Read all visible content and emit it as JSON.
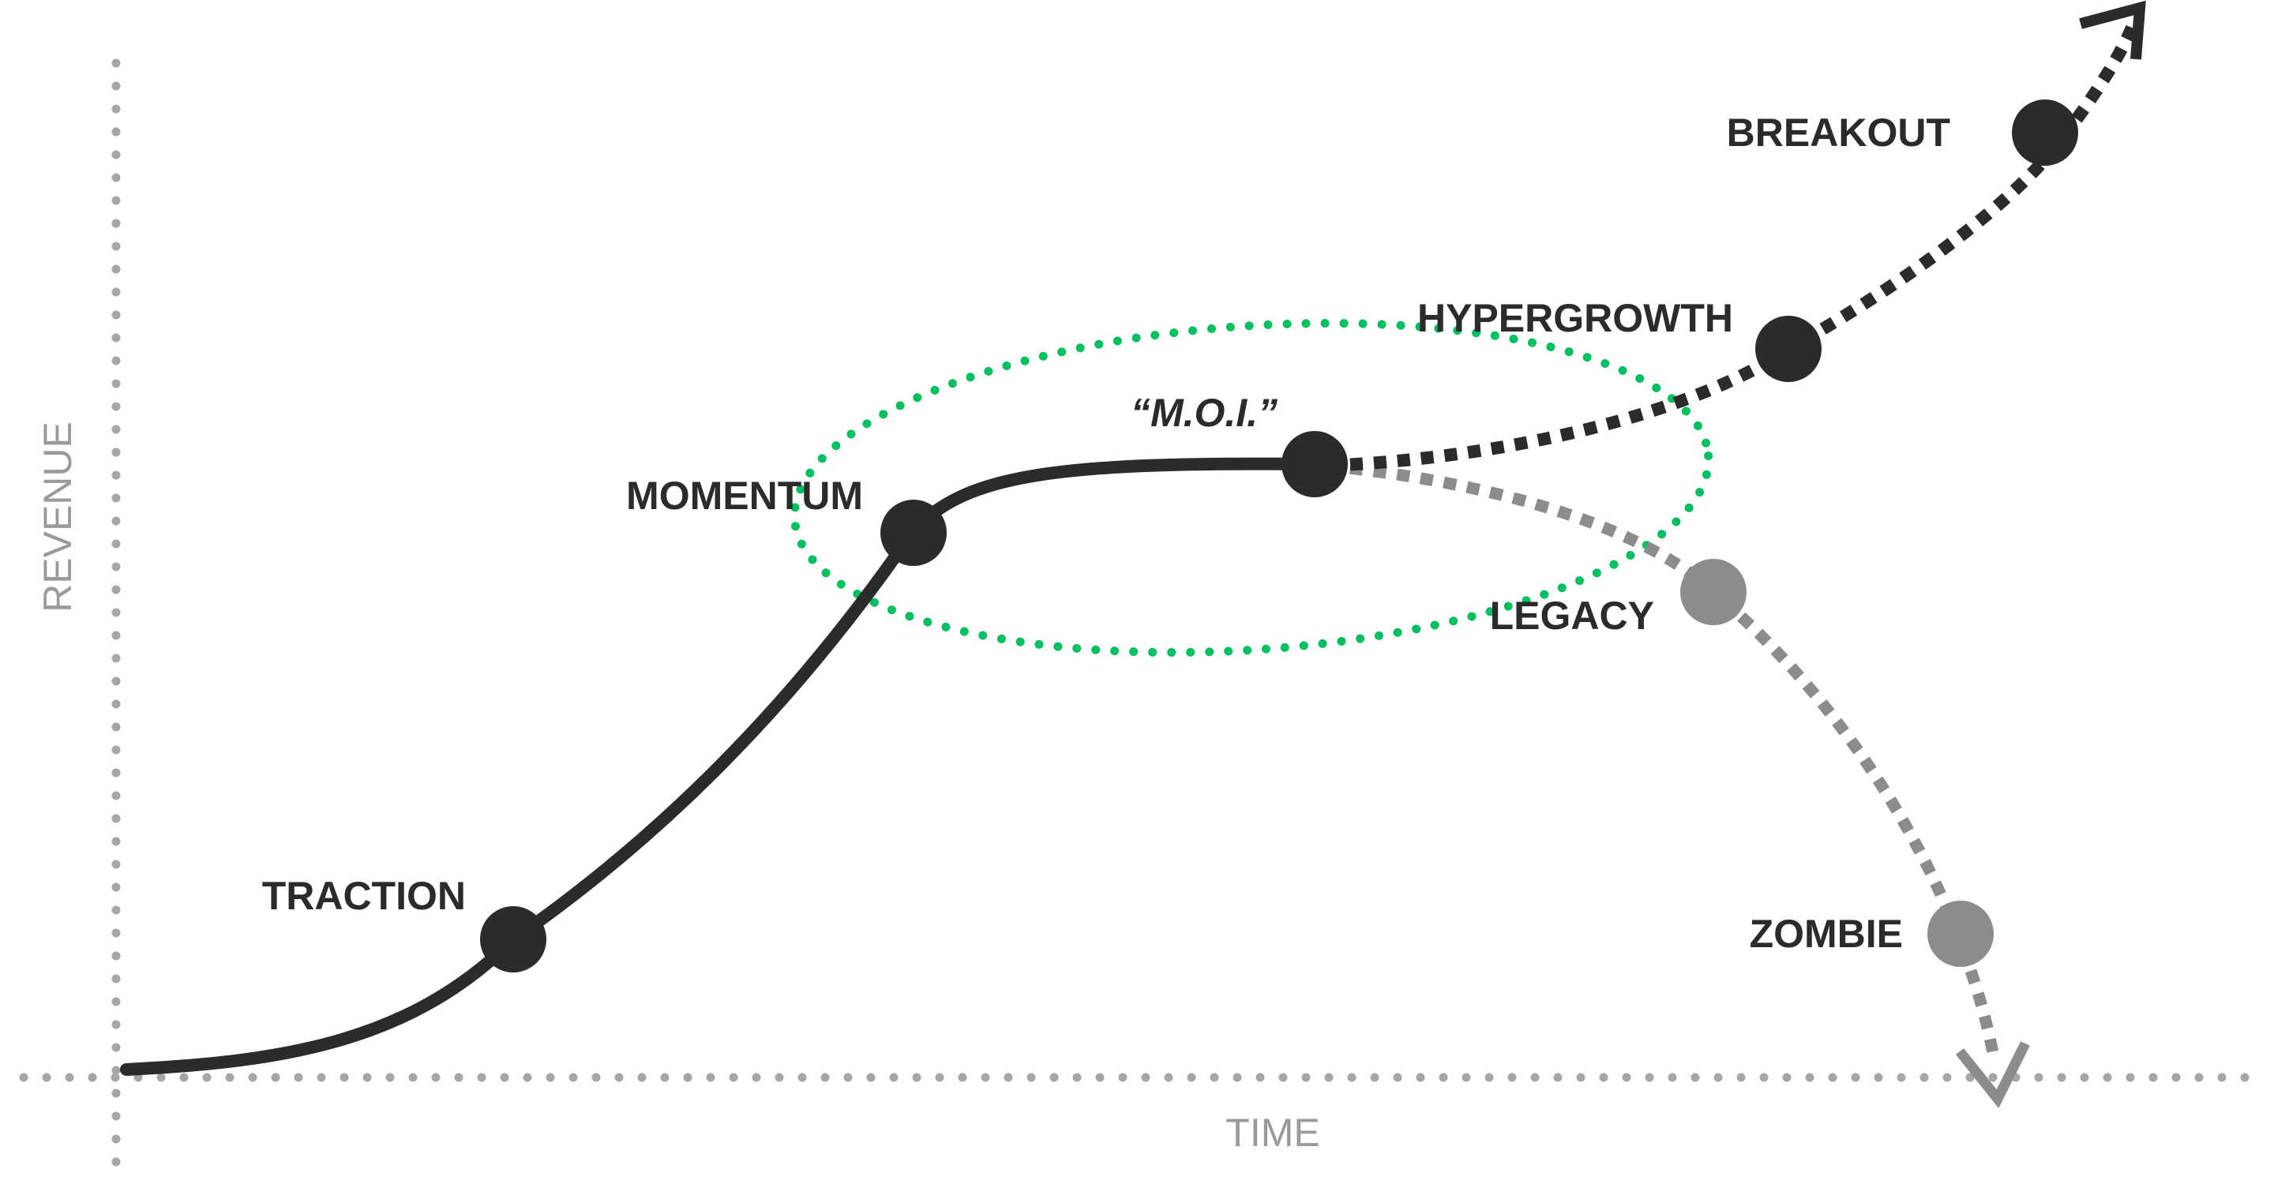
{
  "diagram": {
    "axes": {
      "x_label": "TIME",
      "y_label": "REVENUE"
    },
    "stages": {
      "traction": "TRACTION",
      "momentum": "MOMENTUM",
      "moi": "“M.O.I.”",
      "hypergrowth": "HYPERGROWTH",
      "breakout": "BREAKOUT",
      "legacy": "LEGACY",
      "zombie": "ZOMBIE"
    },
    "colors": {
      "main_path": "#2b2b2b",
      "decline_path": "#8c8c8c",
      "axis": "#a6a6a6",
      "axis_label": "#9a9a9a",
      "highlight_ellipse": "#00c060"
    }
  }
}
